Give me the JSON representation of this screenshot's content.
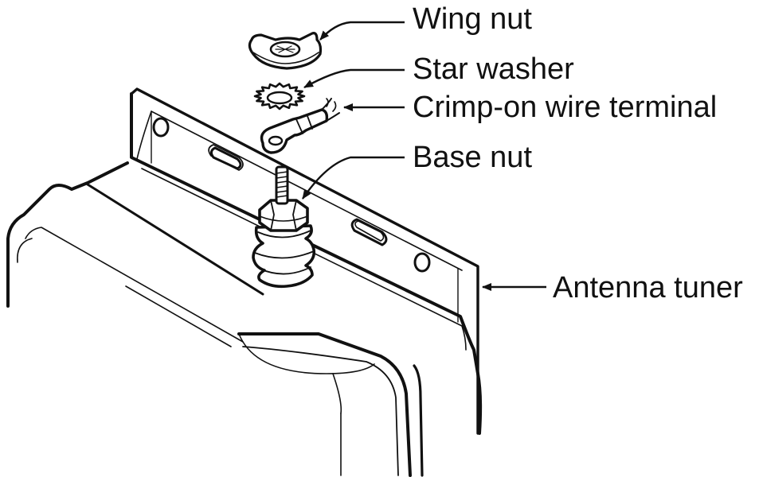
{
  "labels": {
    "wing_nut": "Wing nut",
    "star_washer": "Star washer",
    "crimp_terminal": "Crimp-on wire terminal",
    "base_nut": "Base nut",
    "antenna_tuner": "Antenna tuner"
  },
  "colors": {
    "ink": "#111111",
    "paper": "#ffffff"
  }
}
